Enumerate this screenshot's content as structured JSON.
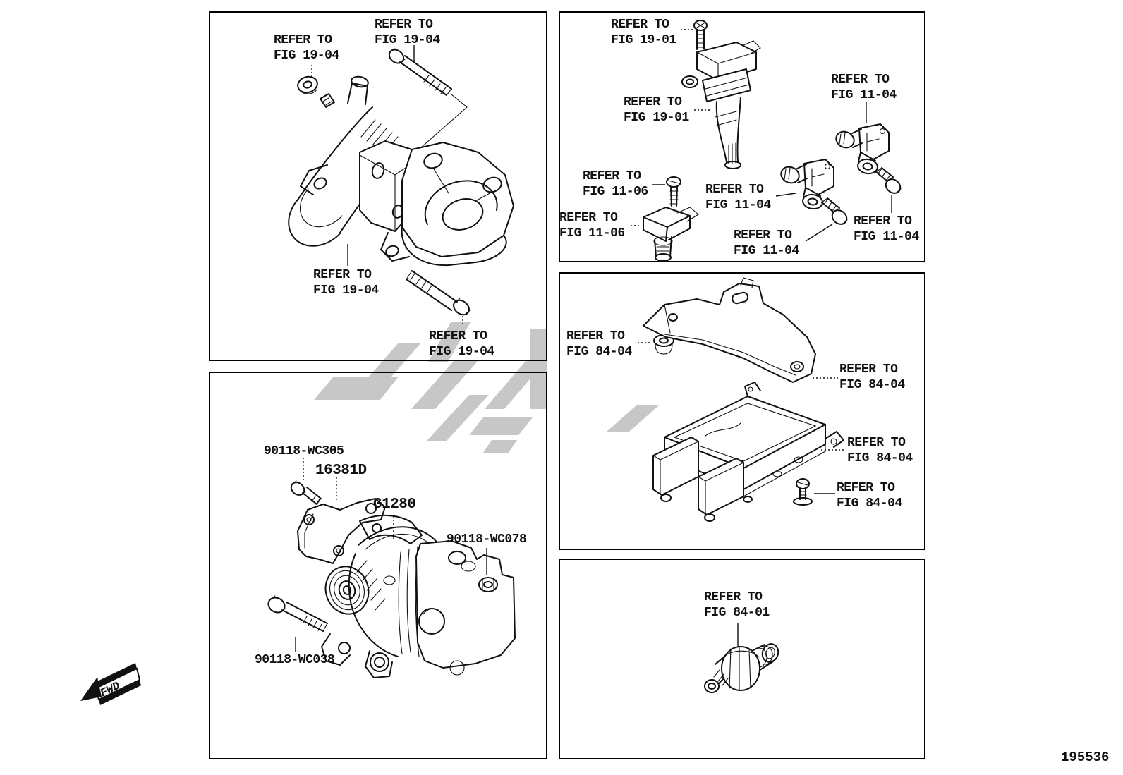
{
  "page": {
    "doc_number": "195536",
    "fwd_label": "FWD"
  },
  "panels": {
    "starter": {
      "callouts": [
        "REFER TO\nFIG 19-04",
        "REFER TO\nFIG 19-04",
        "REFER TO\nFIG 19-04",
        "REFER TO\nFIG 19-04"
      ]
    },
    "ignition": {
      "callouts": [
        "REFER TO\nFIG 19-01",
        "REFER TO\nFIG 19-01",
        "REFER TO\nFIG 11-04",
        "REFER TO\nFIG 11-06",
        "REFER TO\nFIG 11-04",
        "REFER TO\nFIG 11-06",
        "REFER TO\nFIG 11-04",
        "REFER TO\nFIG 11-04"
      ]
    },
    "ecu": {
      "callouts": [
        "REFER TO\nFIG 84-04",
        "REFER TO\nFIG 84-04",
        "REFER TO\nFIG 84-04",
        "REFER TO\nFIG 84-04"
      ]
    },
    "alternator": {
      "part_labels": [
        "90118-WC305",
        "16381D",
        "G1280",
        "90118-WC078",
        "90118-WC038"
      ]
    },
    "oil_switch": {
      "callouts": [
        "REFER TO\nFIG 84-01"
      ]
    }
  }
}
